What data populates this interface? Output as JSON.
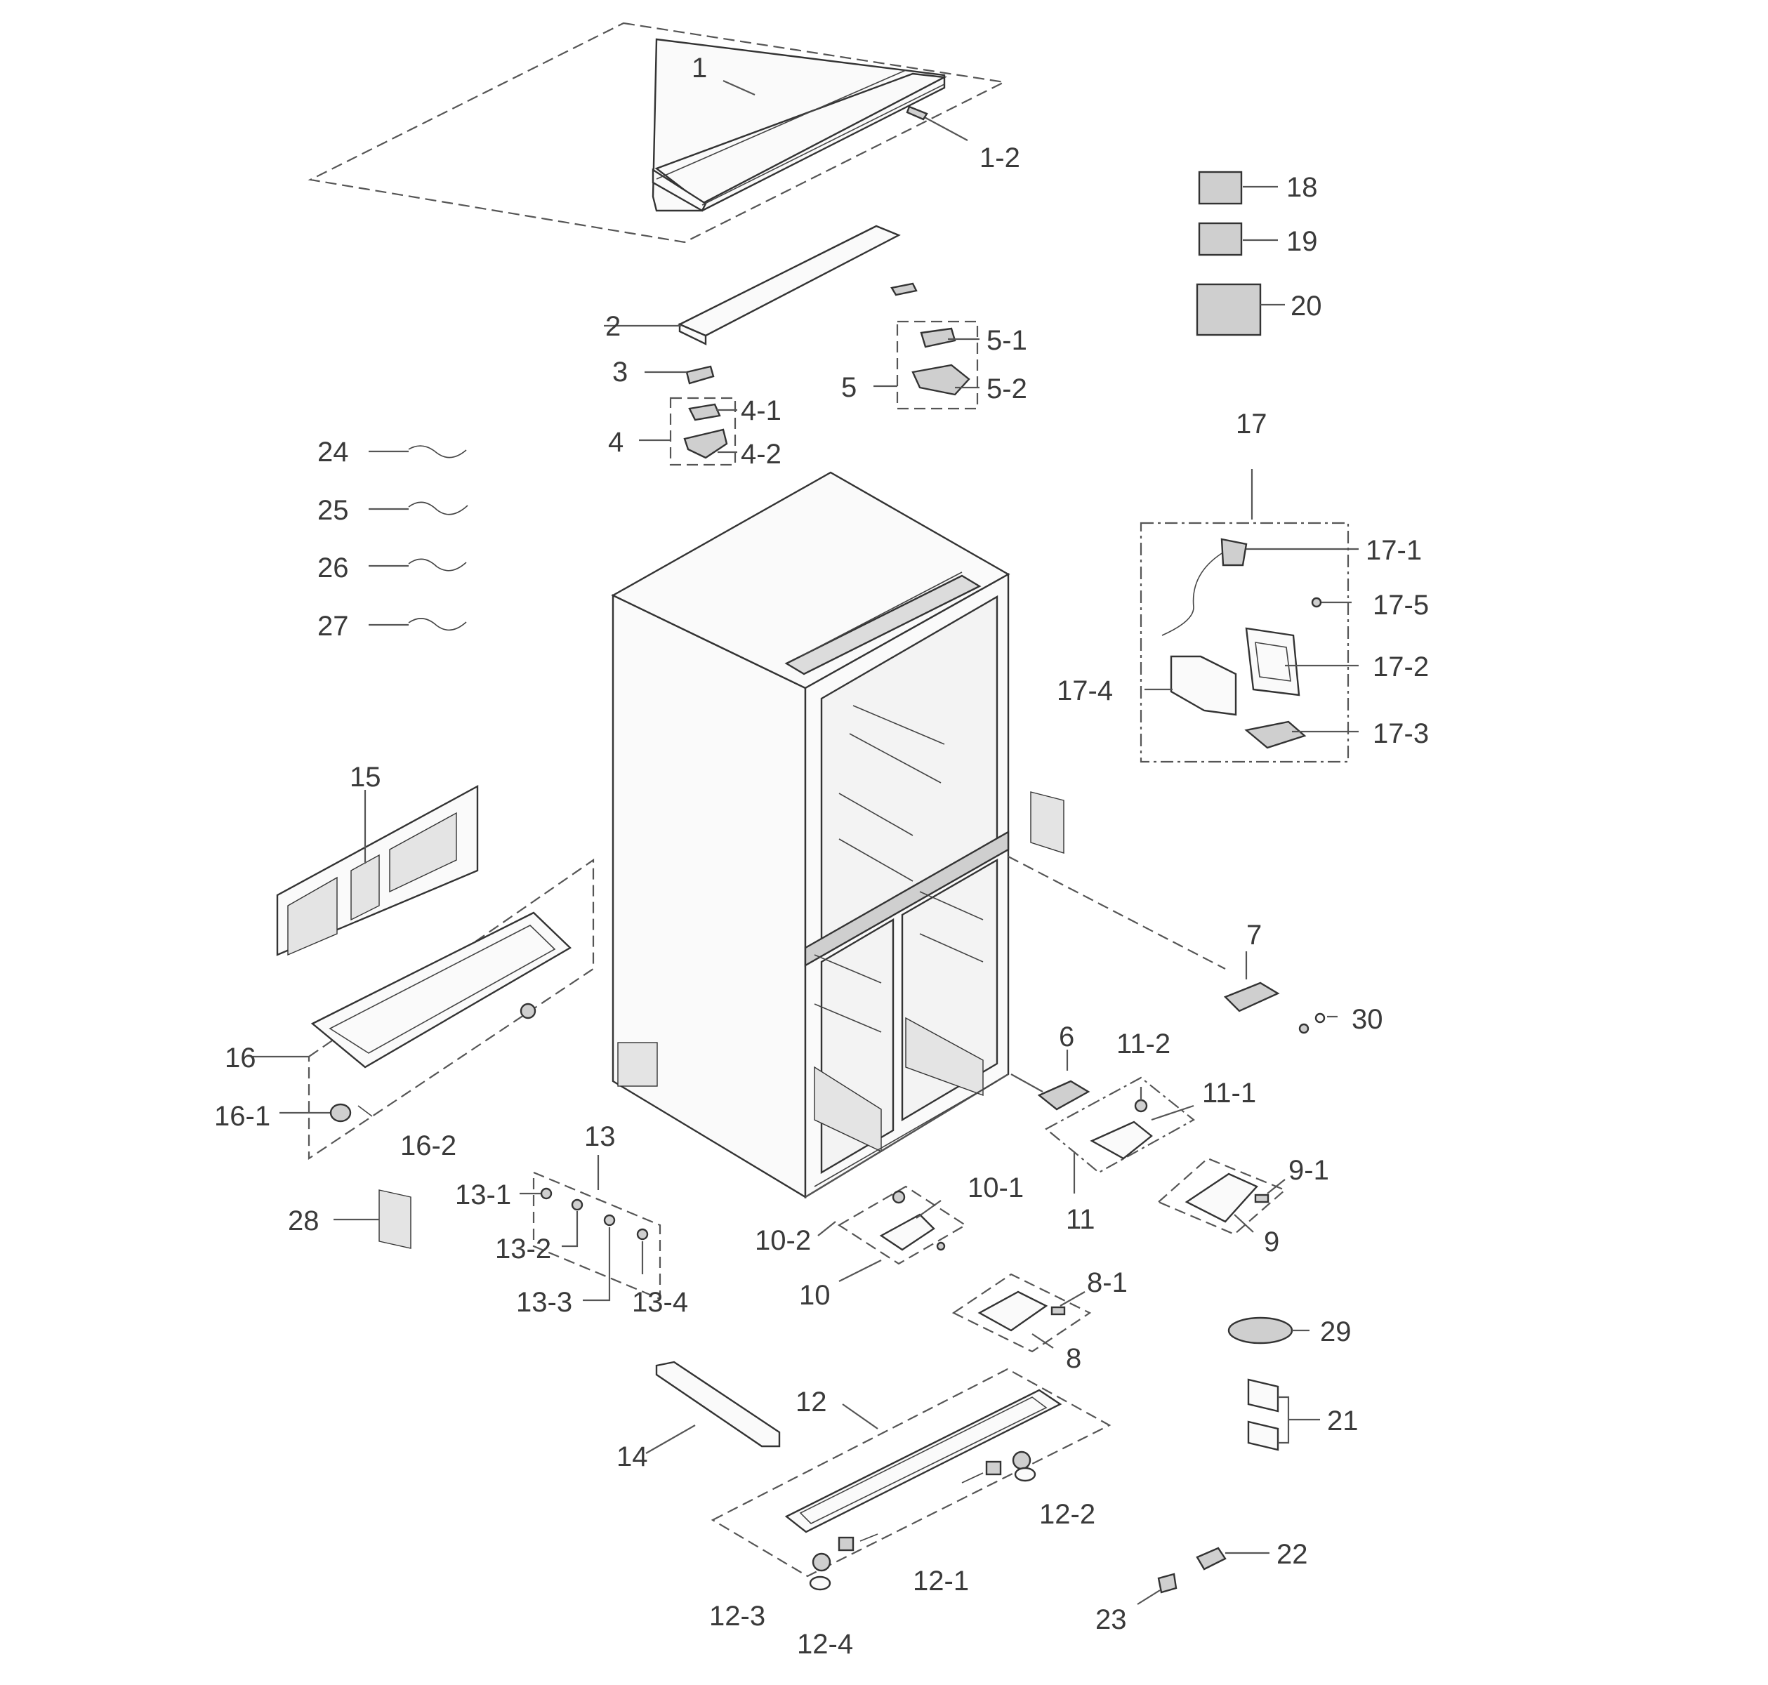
{
  "labels": {
    "l1": "1",
    "l1_2": "1-2",
    "l2": "2",
    "l3": "3",
    "l4": "4",
    "l4_1": "4-1",
    "l4_2": "4-2",
    "l5": "5",
    "l5_1": "5-1",
    "l5_2": "5-2",
    "l6": "6",
    "l7": "7",
    "l8": "8",
    "l8_1": "8-1",
    "l9": "9",
    "l9_1": "9-1",
    "l10": "10",
    "l10_1": "10-1",
    "l10_2": "10-2",
    "l11": "11",
    "l11_1": "11-1",
    "l11_2": "11-2",
    "l12": "12",
    "l12_1": "12-1",
    "l12_2": "12-2",
    "l12_3": "12-3",
    "l12_4": "12-4",
    "l13": "13",
    "l13_1": "13-1",
    "l13_2": "13-2",
    "l13_3": "13-3",
    "l13_4": "13-4",
    "l14": "14",
    "l15": "15",
    "l16": "16",
    "l16_1": "16-1",
    "l16_2": "16-2",
    "l17": "17",
    "l17_1": "17-1",
    "l17_2": "17-2",
    "l17_3": "17-3",
    "l17_4": "17-4",
    "l17_5": "17-5",
    "l18": "18",
    "l19": "19",
    "l20": "20",
    "l21": "21",
    "l22": "22",
    "l23": "23",
    "l24": "24",
    "l25": "25",
    "l26": "26",
    "l27": "27",
    "l28": "28",
    "l29": "29",
    "l30": "30"
  }
}
